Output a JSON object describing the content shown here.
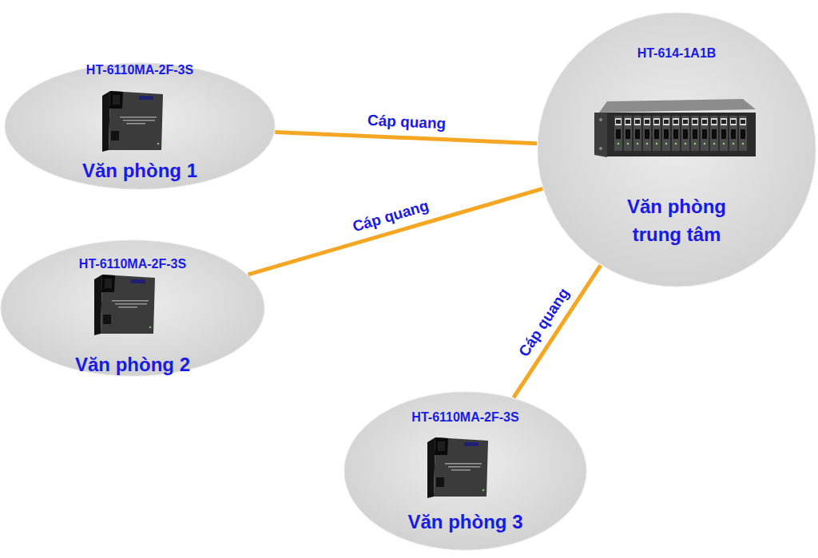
{
  "diagram": {
    "nodes": [
      {
        "text": [
          "HT-6110MA-2F-3S",
          "Văn phòng 1"
        ]
      },
      {
        "text": [
          "HT-614-1A1B",
          "Văn phòng trung tâm"
        ]
      },
      {
        "text": [
          "HT-6110MA-2F-3S",
          "Văn phòng 2"
        ]
      },
      {
        "text": [
          "HT-6110MA-2F-3S",
          "Văn phòng 3"
        ]
      }
    ],
    "edges": [
      {
        "from": 0,
        "to": 1,
        "label": "Cáp quang",
        "arrow": "none"
      },
      {
        "from": 2,
        "to": 1,
        "label": "Cáp quang",
        "arrow": "none"
      },
      {
        "from": 3,
        "to": 1,
        "label": "Cáp quang",
        "arrow": "none"
      }
    ]
  }
}
